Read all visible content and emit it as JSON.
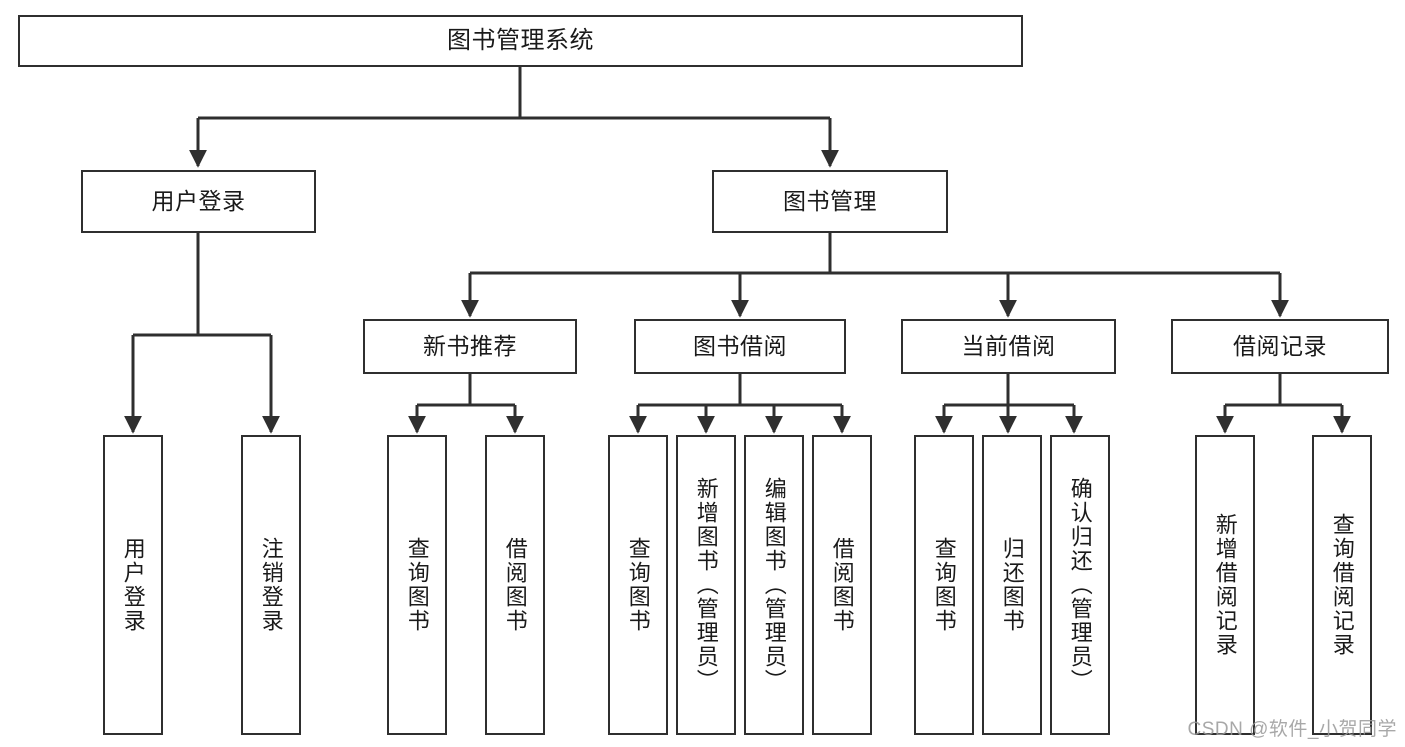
{
  "diagram": {
    "type": "hierarchy-tree",
    "title": "图书管理系统",
    "watermark": "CSDN @软件_小贺同学",
    "colors": {
      "box_border": "#2f2f2f",
      "box_fill": "#ffffff",
      "connector": "#2f2f2f",
      "text": "#1a1a1a",
      "watermark": "#9a9a9a"
    },
    "levels": {
      "level0": [
        {
          "id": "root",
          "label": "图书管理系统"
        }
      ],
      "level1": [
        {
          "id": "login",
          "label": "用户登录"
        },
        {
          "id": "bookmgmt",
          "label": "图书管理"
        }
      ],
      "level2": [
        {
          "id": "newbook",
          "label": "新书推荐"
        },
        {
          "id": "borrow",
          "label": "图书借阅"
        },
        {
          "id": "current",
          "label": "当前借阅"
        },
        {
          "id": "records",
          "label": "借阅记录"
        }
      ],
      "level3": [
        {
          "id": "leaf-1",
          "label": "用户登录",
          "parent": "login"
        },
        {
          "id": "leaf-2",
          "label": "注销登录",
          "parent": "login"
        },
        {
          "id": "leaf-3",
          "label": "查询图书",
          "parent": "newbook"
        },
        {
          "id": "leaf-4",
          "label": "借阅图书",
          "parent": "newbook"
        },
        {
          "id": "leaf-5",
          "label": "查询图书",
          "parent": "borrow"
        },
        {
          "id": "leaf-6",
          "label": "新增图书（管理员）",
          "parent": "borrow"
        },
        {
          "id": "leaf-7",
          "label": "编辑图书（管理员）",
          "parent": "borrow"
        },
        {
          "id": "leaf-8",
          "label": "借阅图书",
          "parent": "borrow"
        },
        {
          "id": "leaf-9",
          "label": "查询图书",
          "parent": "current"
        },
        {
          "id": "leaf-10",
          "label": "归还图书",
          "parent": "current"
        },
        {
          "id": "leaf-11",
          "label": "确认归还（管理员）",
          "parent": "current"
        },
        {
          "id": "leaf-12",
          "label": "新增借阅记录",
          "parent": "records"
        },
        {
          "id": "leaf-13",
          "label": "查询借阅记录",
          "parent": "records"
        }
      ]
    }
  }
}
